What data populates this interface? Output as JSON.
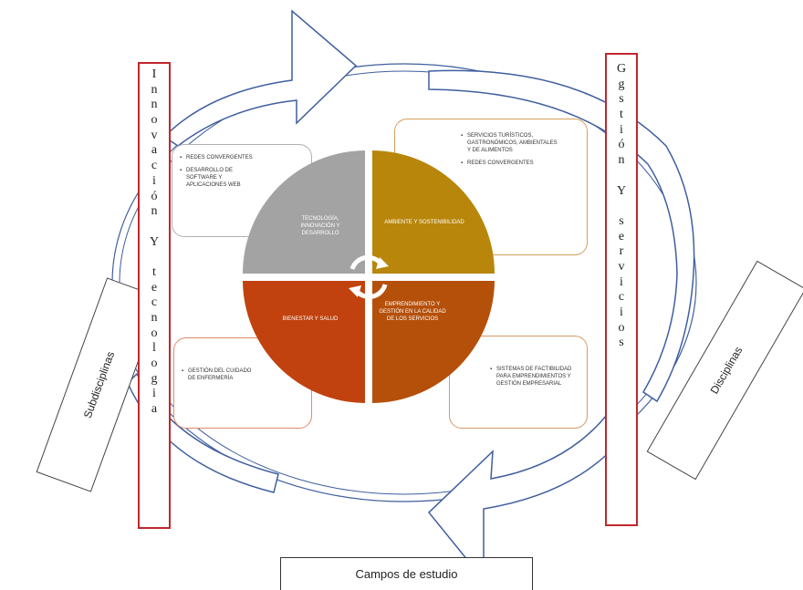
{
  "left_bar": {
    "letters": [
      "I",
      "n",
      "n",
      "o",
      "v",
      "a",
      "c",
      "i",
      "ó",
      "n",
      " ",
      "Y",
      " ",
      "t",
      "e",
      "c",
      "n",
      "o",
      "l",
      "o",
      "g",
      "i",
      "a"
    ]
  },
  "right_bar": {
    "letters": [
      "G",
      "g",
      "s",
      "t",
      "i",
      "ó",
      "n",
      " ",
      "Y",
      " ",
      "s",
      "e",
      "r",
      "v",
      "i",
      "c",
      "i",
      "o",
      "s"
    ]
  },
  "quadrants": {
    "top_left": "TECNOLOGÍA, INNOVACIÓN Y DESARROLLO",
    "top_right": "AMBIENTE Y SOSTENIBILIDAD",
    "bottom_left": "BIENESTAR Y SALUD",
    "bottom_right": "EMPRENDIMIENTO Y GESTIÓN EN LA CALIDAD DE LOS SERVICIOS"
  },
  "cards": {
    "top_left": [
      "REDES CONVERGENTES",
      "DESARROLLO DE SOFTWARE Y APLICACIONES WEB"
    ],
    "top_right": [
      "SERVICIOS TURÍSTICOS, GASTRONÓMICOS, AMBIENTALES Y DE ALIMENTOS",
      "REDES CONVERGENTES"
    ],
    "bottom_left": [
      "GESTIÓN DEL CUIDADO DE ENFERMERÍA"
    ],
    "bottom_right": [
      "SISTEMAS DE FACTIBILIDAD PARA EMPRENDIMIENTOS Y GESTIÓN EMPRESARIAL"
    ]
  },
  "labels": {
    "subdisciplinas": "Subdisciplinas",
    "disciplinas": "Disciplinas",
    "campos": "Campos de estudio"
  },
  "colors": {
    "gray": "#a3a3a3",
    "gold": "#b8860b",
    "orange_red": "#c1420e",
    "brown": "#b5500a",
    "border_red": "#c0272d",
    "arrow": "#3f5e9e"
  }
}
